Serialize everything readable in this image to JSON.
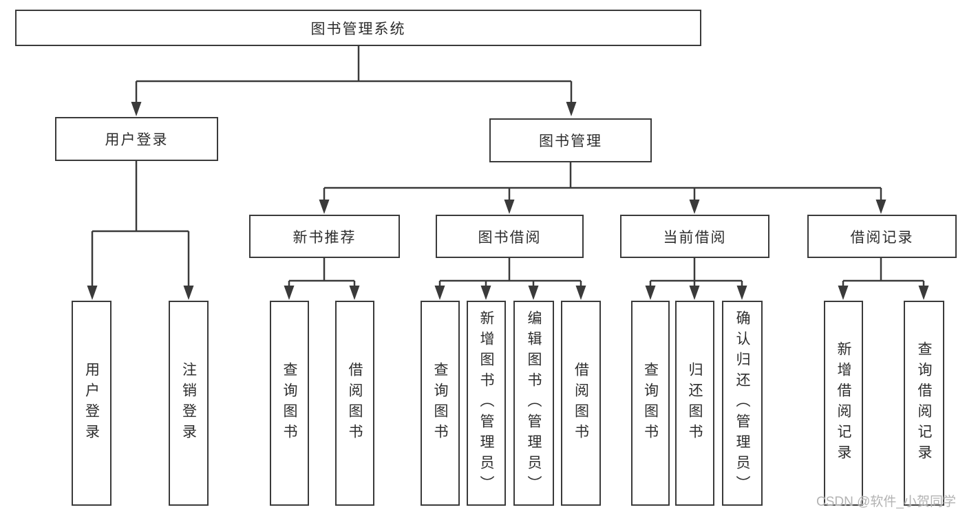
{
  "diagram": {
    "root": {
      "label": "图书管理系统"
    },
    "user_login": {
      "label": "用户登录",
      "children": {
        "login": {
          "label": "用户登录"
        },
        "logout": {
          "label": "注销登录"
        }
      }
    },
    "book_management": {
      "label": "图书管理",
      "sections": {
        "new_books": {
          "label": "新书推荐",
          "children": {
            "query": {
              "label": "查询图书"
            },
            "borrow": {
              "label": "借阅图书"
            }
          }
        },
        "borrowing": {
          "label": "图书借阅",
          "children": {
            "query": {
              "label": "查询图书"
            },
            "add": {
              "label": "新增图书（管理员）"
            },
            "edit": {
              "label": "编辑图书（管理员）"
            },
            "borrow": {
              "label": "借阅图书"
            }
          }
        },
        "current": {
          "label": "当前借阅",
          "children": {
            "query": {
              "label": "查询图书"
            },
            "return": {
              "label": "归还图书"
            },
            "confirm": {
              "label": "确认归还（管理员）"
            }
          }
        },
        "records": {
          "label": "借阅记录",
          "children": {
            "add": {
              "label": "新增借阅记录"
            },
            "query": {
              "label": "查询借阅记录"
            }
          }
        }
      }
    }
  },
  "watermark": {
    "text": "CSDN @软件_小贺同学"
  },
  "colors": {
    "line": "#3a3a3a",
    "box_border": "#3a3a3a",
    "text": "#2d2d2d",
    "watermark": "#b3b3b3",
    "background": "#ffffff"
  }
}
